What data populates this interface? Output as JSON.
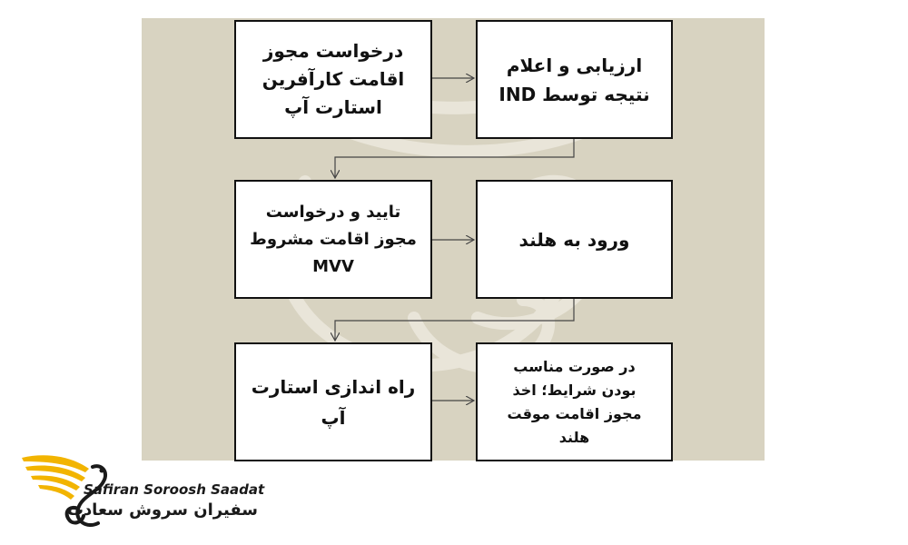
{
  "steps": {
    "s1": "درخواست مجوز\nاقامت کارآفرین\nاستارت آپ",
    "s2": "ارزیابی و اعلام\nنتیجه توسط IND",
    "s3": "تایید و درخواست\nمجوز اقامت مشروط\nMVV",
    "s4": "ورود به هلند",
    "s5": "راه اندازی استارت\nآپ",
    "s6": "در صورت مناسب\nبودن شرایط؛ اخذ\nمجوز اقامت موقت\nهلند"
  },
  "brand": {
    "name_en": "Safiran Soroosh Saadat",
    "name_fa": "سفیران سروش سعادت"
  },
  "colors": {
    "panel": "#d8d3c1",
    "box_border": "#111111",
    "arrow": "#444444",
    "logo_gold": "#f2b400"
  }
}
